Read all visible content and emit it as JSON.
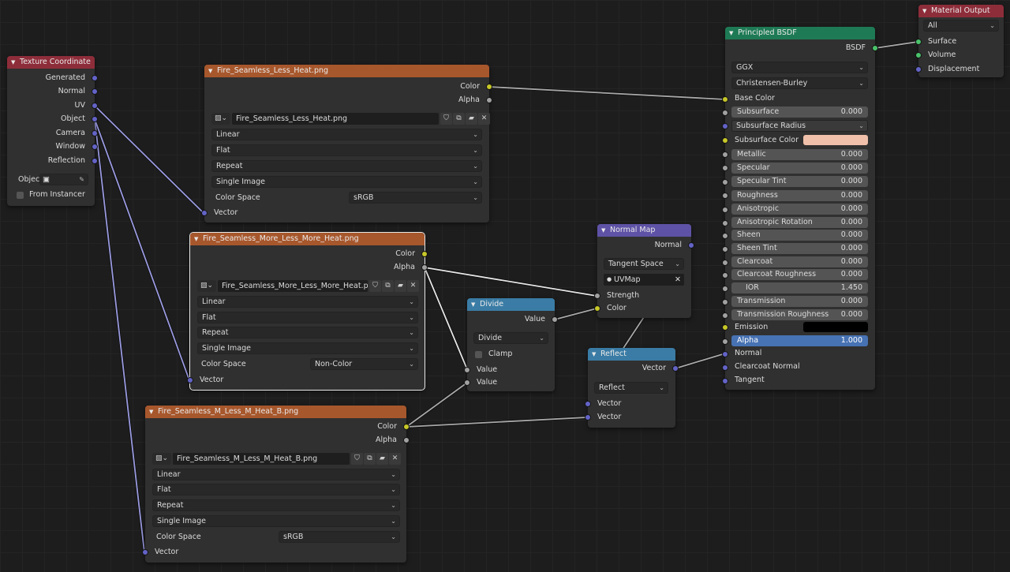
{
  "tex_coord": {
    "title": "Texture Coordinate",
    "outputs": [
      "Generated",
      "Normal",
      "UV",
      "Object",
      "Camera",
      "Window",
      "Reflection"
    ],
    "object_label": "Objec",
    "from_instancer": "From Instancer"
  },
  "img1": {
    "title": "Fire_Seamless_Less_Heat.png",
    "out_color": "Color",
    "out_alpha": "Alpha",
    "filename": "Fire_Seamless_Less_Heat.png",
    "interpolation": "Linear",
    "projection": "Flat",
    "extension": "Repeat",
    "source": "Single Image",
    "colorspace_label": "Color Space",
    "colorspace": "sRGB",
    "in_vector": "Vector"
  },
  "img2": {
    "title": "Fire_Seamless_More_Less_More_Heat.png",
    "out_color": "Color",
    "out_alpha": "Alpha",
    "filename": "Fire_Seamless_More_Less_More_Heat.png",
    "interpolation": "Linear",
    "projection": "Flat",
    "extension": "Repeat",
    "source": "Single Image",
    "colorspace_label": "Color Space",
    "colorspace": "Non-Color",
    "in_vector": "Vector"
  },
  "img3": {
    "title": "Fire_Seamless_M_Less_M_Heat_B.png",
    "out_color": "Color",
    "out_alpha": "Alpha",
    "filename": "Fire_Seamless_M_Less_M_Heat_B.png",
    "interpolation": "Linear",
    "projection": "Flat",
    "extension": "Repeat",
    "source": "Single Image",
    "colorspace_label": "Color Space",
    "colorspace": "sRGB",
    "in_vector": "Vector"
  },
  "divide": {
    "title": "Divide",
    "out_value": "Value",
    "operation": "Divide",
    "clamp": "Clamp",
    "in_value1": "Value",
    "in_value2": "Value"
  },
  "normal_map": {
    "title": "Normal Map",
    "out_normal": "Normal",
    "space": "Tangent Space",
    "uvmap": "UVMap",
    "in_strength": "Strength",
    "in_color": "Color"
  },
  "reflect": {
    "title": "Reflect",
    "out_vector": "Vector",
    "operation": "Reflect",
    "in_vector1": "Vector",
    "in_vector2": "Vector"
  },
  "bsdf": {
    "title": "Principled BSDF",
    "out_bsdf": "BSDF",
    "distribution": "GGX",
    "subsurface_method": "Christensen-Burley",
    "base_color": "Base Color",
    "subsurface_label": "Subsurface",
    "subsurface_value": "0.000",
    "subsurface_radius": "Subsurface Radius",
    "subsurface_color": "Subsurface Color",
    "metallic_label": "Metallic",
    "metallic_value": "0.000",
    "specular_label": "Specular",
    "specular_value": "0.000",
    "specular_tint_label": "Specular Tint",
    "specular_tint_value": "0.000",
    "roughness_label": "Roughness",
    "roughness_value": "0.000",
    "anisotropic_label": "Anisotropic",
    "anisotropic_value": "0.000",
    "anisotropic_rotation_label": "Anisotropic Rotation",
    "anisotropic_rotation_value": "0.000",
    "sheen_label": "Sheen",
    "sheen_value": "0.000",
    "sheen_tint_label": "Sheen Tint",
    "sheen_tint_value": "0.000",
    "clearcoat_label": "Clearcoat",
    "clearcoat_value": "0.000",
    "clearcoat_roughness_label": "Clearcoat Roughness",
    "clearcoat_roughness_value": "0.000",
    "ior_label": "IOR",
    "ior_value": "1.450",
    "transmission_label": "Transmission",
    "transmission_value": "0.000",
    "transmission_roughness_label": "Transmission Roughness",
    "transmission_roughness_value": "0.000",
    "emission": "Emission",
    "alpha_label": "Alpha",
    "alpha_value": "1.000",
    "normal": "Normal",
    "clearcoat_normal": "Clearcoat Normal",
    "tangent": "Tangent",
    "subsurface_color_hex": "#f0c0aa",
    "emission_color_hex": "#000000"
  },
  "material_output": {
    "title": "Material Output",
    "target": "All",
    "surface": "Surface",
    "volume": "Volume",
    "displacement": "Displacement"
  }
}
